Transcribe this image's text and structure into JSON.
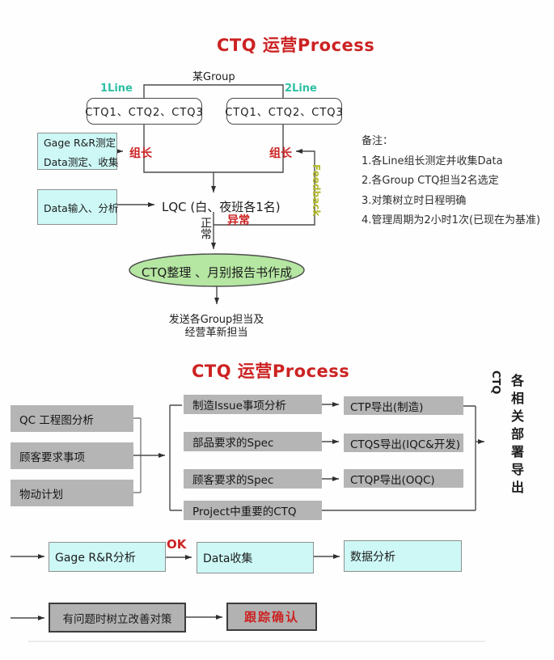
{
  "top": {
    "title": "CTQ 运营Process",
    "group_label": "某Group",
    "line1_label": "1Line",
    "line2_label": "2Line",
    "ctq_box1": "CTQ1、CTQ2、CTQ3",
    "ctq_box2": "CTQ1、CTQ2、CTQ3",
    "gage_box_line1": "Gage R&R测定",
    "gage_box_line2": "Data测定、收集",
    "leader_left": "组长",
    "leader_right": "组长",
    "data_input_box": "Data输入、分析",
    "lqc_label": "LQC (白、夜班各1名)",
    "normal_label": "正常",
    "abnormal_label": "异常",
    "feedback_label": "Feedback",
    "ellipse_label": "CTQ整理 、月别报告书作成",
    "send_line1": "发送各Group担当及",
    "send_line2": "经营革新担当",
    "notes": {
      "heading": "备注：",
      "items": [
        "1.各Line组长测定并收集Data",
        "2.各Group CTQ担当2名选定",
        "3.对策树立时日程明确",
        "4.管理周期为2小时1次(已现在为基准)"
      ]
    }
  },
  "bottom": {
    "title": "CTQ 运营Process",
    "left_boxes": [
      "QC 工程图分析",
      "顾客要求事项",
      "物动计划"
    ],
    "mid_boxes": [
      "制造Issue事项分析",
      "部品要求的Spec",
      "顾客要求的Spec",
      "Project中重要的CTQ"
    ],
    "right_boxes": [
      "CTP导出(制造)",
      "CTQS导出(IQC&开发)",
      "CTQP导出(OQC)"
    ],
    "vertical_ctq": "CTQ",
    "vertical_dept": "各相关部署导出",
    "flow1_boxes": [
      "Gage R&R分析",
      "Data收集",
      "数据分析"
    ],
    "ok_label": "OK",
    "flow2_box": "有问题时树立改善对策",
    "flow2_result": "跟踪确认"
  },
  "colors": {
    "title_red": "#cc2222",
    "accent_teal": "#2dbfa4",
    "feedback_olive": "#b4ba2e",
    "cyan_fill": "#cdf8f6",
    "green_fill": "#b5e6a2",
    "gray_fill": "#b5b5b5",
    "line": "#4a4a4a"
  }
}
